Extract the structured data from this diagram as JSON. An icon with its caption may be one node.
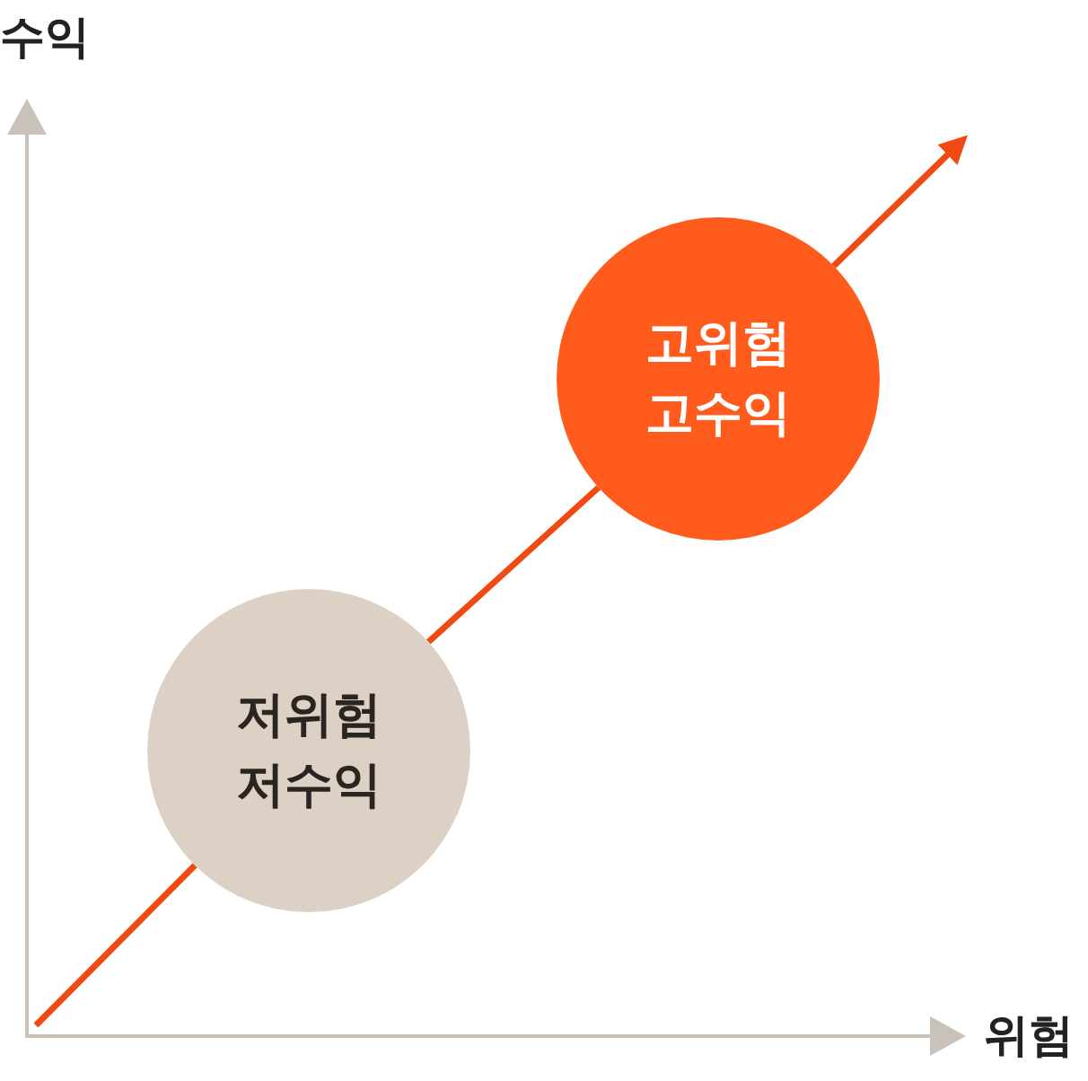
{
  "diagram": {
    "nodes": [
      {
        "text": [
          "저위험 저수익"
        ]
      },
      {
        "text": [
          "고위험 고수익"
        ]
      }
    ],
    "edges": [
      {
        "from": null,
        "to": 0,
        "arrow": "none"
      },
      {
        "from": 0,
        "to": 1,
        "arrow": "none"
      },
      {
        "from": 1,
        "to": null,
        "arrow": "to"
      }
    ],
    "labels": [
      "수익",
      "위험"
    ]
  }
}
